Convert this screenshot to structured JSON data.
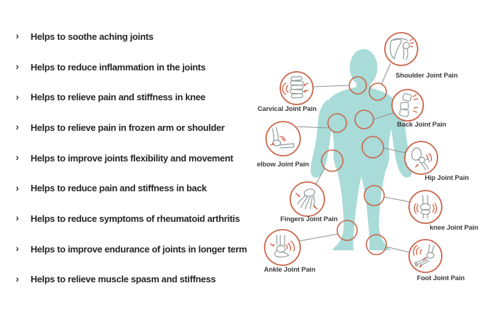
{
  "benefits": {
    "bullet": "›",
    "items": [
      "Helps to soothe aching joints",
      "Helps to reduce inflammation in the joints",
      "Helps to relieve pain and stiffness in knee",
      "Helps to relieve pain in frozen arm or shoulder",
      "Helps to improve joints flexibility and movement",
      "Helps to reduce pain and stiffness in back",
      "Helps to reduce symptoms of rheumatoid arthritis",
      "Helps to improve endurance of joints in longer term",
      "Helps to relieve muscle spasm and stiffness"
    ]
  },
  "diagram": {
    "callouts": [
      {
        "label": "Shoulder Joint Pain",
        "icon": "shoulder-joint-icon"
      },
      {
        "label": "Carvical Joint Pain",
        "icon": "cervical-spine-icon"
      },
      {
        "label": "Back Joint Pain",
        "icon": "back-spine-icon"
      },
      {
        "label": "elbow Joint Pain",
        "icon": "elbow-joint-icon"
      },
      {
        "label": "Hip Joint Pain",
        "icon": "hip-joint-icon"
      },
      {
        "label": "Fingers Joint Pain",
        "icon": "fingers-joint-icon"
      },
      {
        "label": "knee Joint Pain",
        "icon": "knee-joint-icon"
      },
      {
        "label": "Ankle Joint Pain",
        "icon": "ankle-joint-icon"
      },
      {
        "label": "Foot Joint Pain",
        "icon": "foot-joint-icon"
      }
    ]
  },
  "colors": {
    "body_fill": "#a9dbd8",
    "callout_stroke": "#c9664a",
    "pain_red": "#d94f35",
    "bone_gray": "#8f9a9a",
    "connector_gray": "#909090",
    "text_dark": "#262626"
  }
}
